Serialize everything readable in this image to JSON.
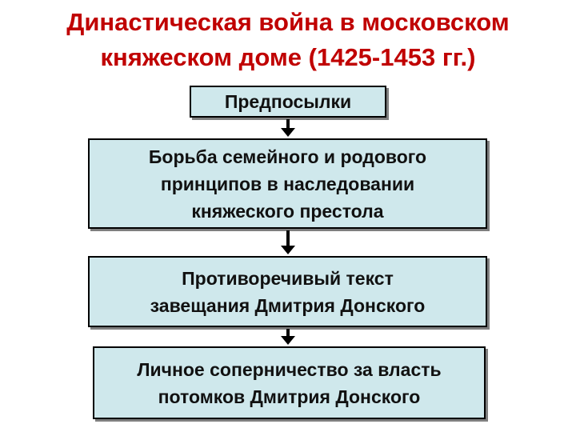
{
  "title": {
    "line1": "Династическая война в московском",
    "line2": "княжеском доме (1425-1453 гг.)"
  },
  "boxes": [
    {
      "lines": [
        "Предпосылки"
      ]
    },
    {
      "lines": [
        "Борьба семейного и родового",
        "принципов в наследовании",
        "княжеского престола"
      ]
    },
    {
      "lines": [
        "Противоречивый текст",
        "завещания Дмитрия Донского"
      ]
    },
    {
      "lines": [
        "Личное соперничество за власть",
        "потомков Дмитрия Донского"
      ]
    }
  ],
  "colors": {
    "title": "#c00000",
    "box_fill": "#cfe8ec",
    "box_border": "#000000",
    "arrow": "#000000"
  }
}
